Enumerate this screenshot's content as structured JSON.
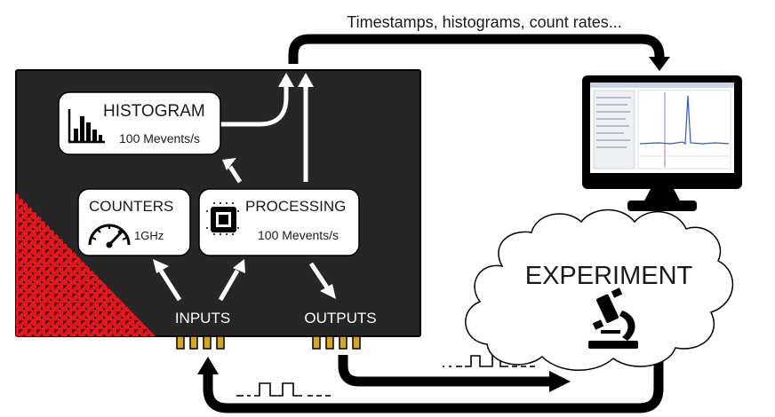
{
  "top_caption": "Timestamps, histograms, count rates...",
  "histogram": {
    "title": "HISTOGRAM",
    "rate": "100 Mevents/s"
  },
  "counters": {
    "title": "COUNTERS",
    "rate": "1GHz"
  },
  "processing": {
    "title": "PROCESSING",
    "rate": "100 Mevents/s"
  },
  "inputs_label": "INPUTS",
  "outputs_label": "OUTPUTS",
  "experiment_label": "EXPERIMENT",
  "colors": {
    "device_body": "#262626",
    "accent_red": "#e8141b",
    "connector_gold": "#d9a520",
    "arrow_black": "#000000",
    "arrow_white": "#ffffff"
  }
}
